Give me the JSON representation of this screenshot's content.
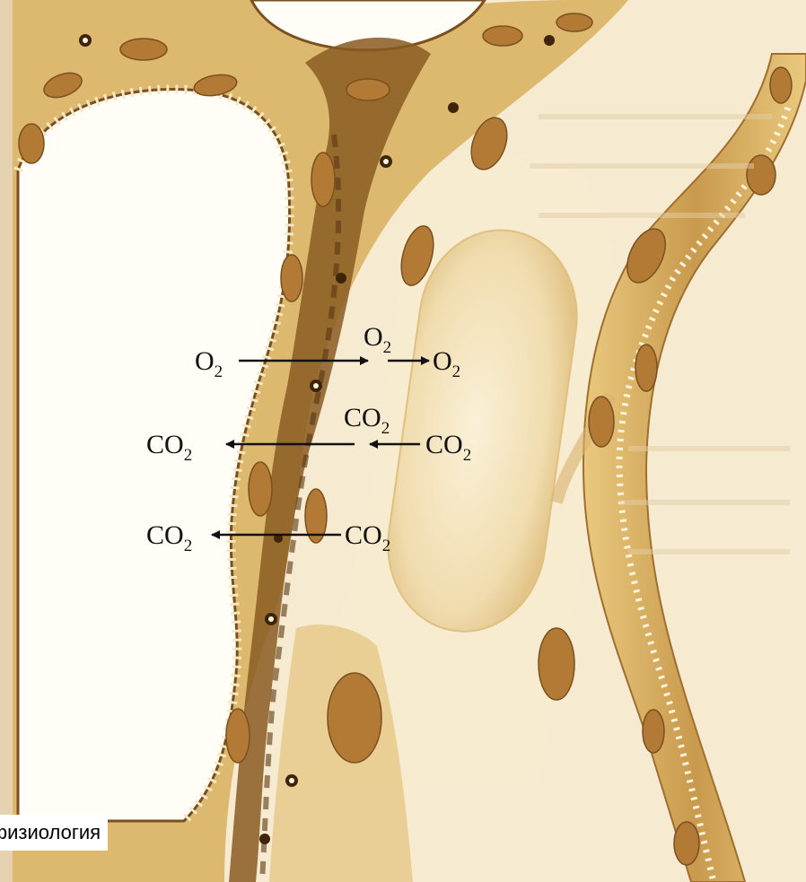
{
  "diagram": {
    "gas_labels": {
      "o2_left": "O2",
      "o2_mid": "O2",
      "o2_right": "O2",
      "co2_row1_left": "CO2",
      "co2_row1_mid": "CO2",
      "co2_row1_right": "CO2",
      "co2_row2_left": "CO2",
      "co2_row2_right": "CO2"
    },
    "footer_caption": "физиология"
  },
  "colors": {
    "background": "#f6ead0",
    "membrane_dark": "#6b4214",
    "tissue_mid": "#d8b36e",
    "cell_nucleus": "#b27a34",
    "erythrocyte": "#f0dcae",
    "arrow": "#111111"
  }
}
